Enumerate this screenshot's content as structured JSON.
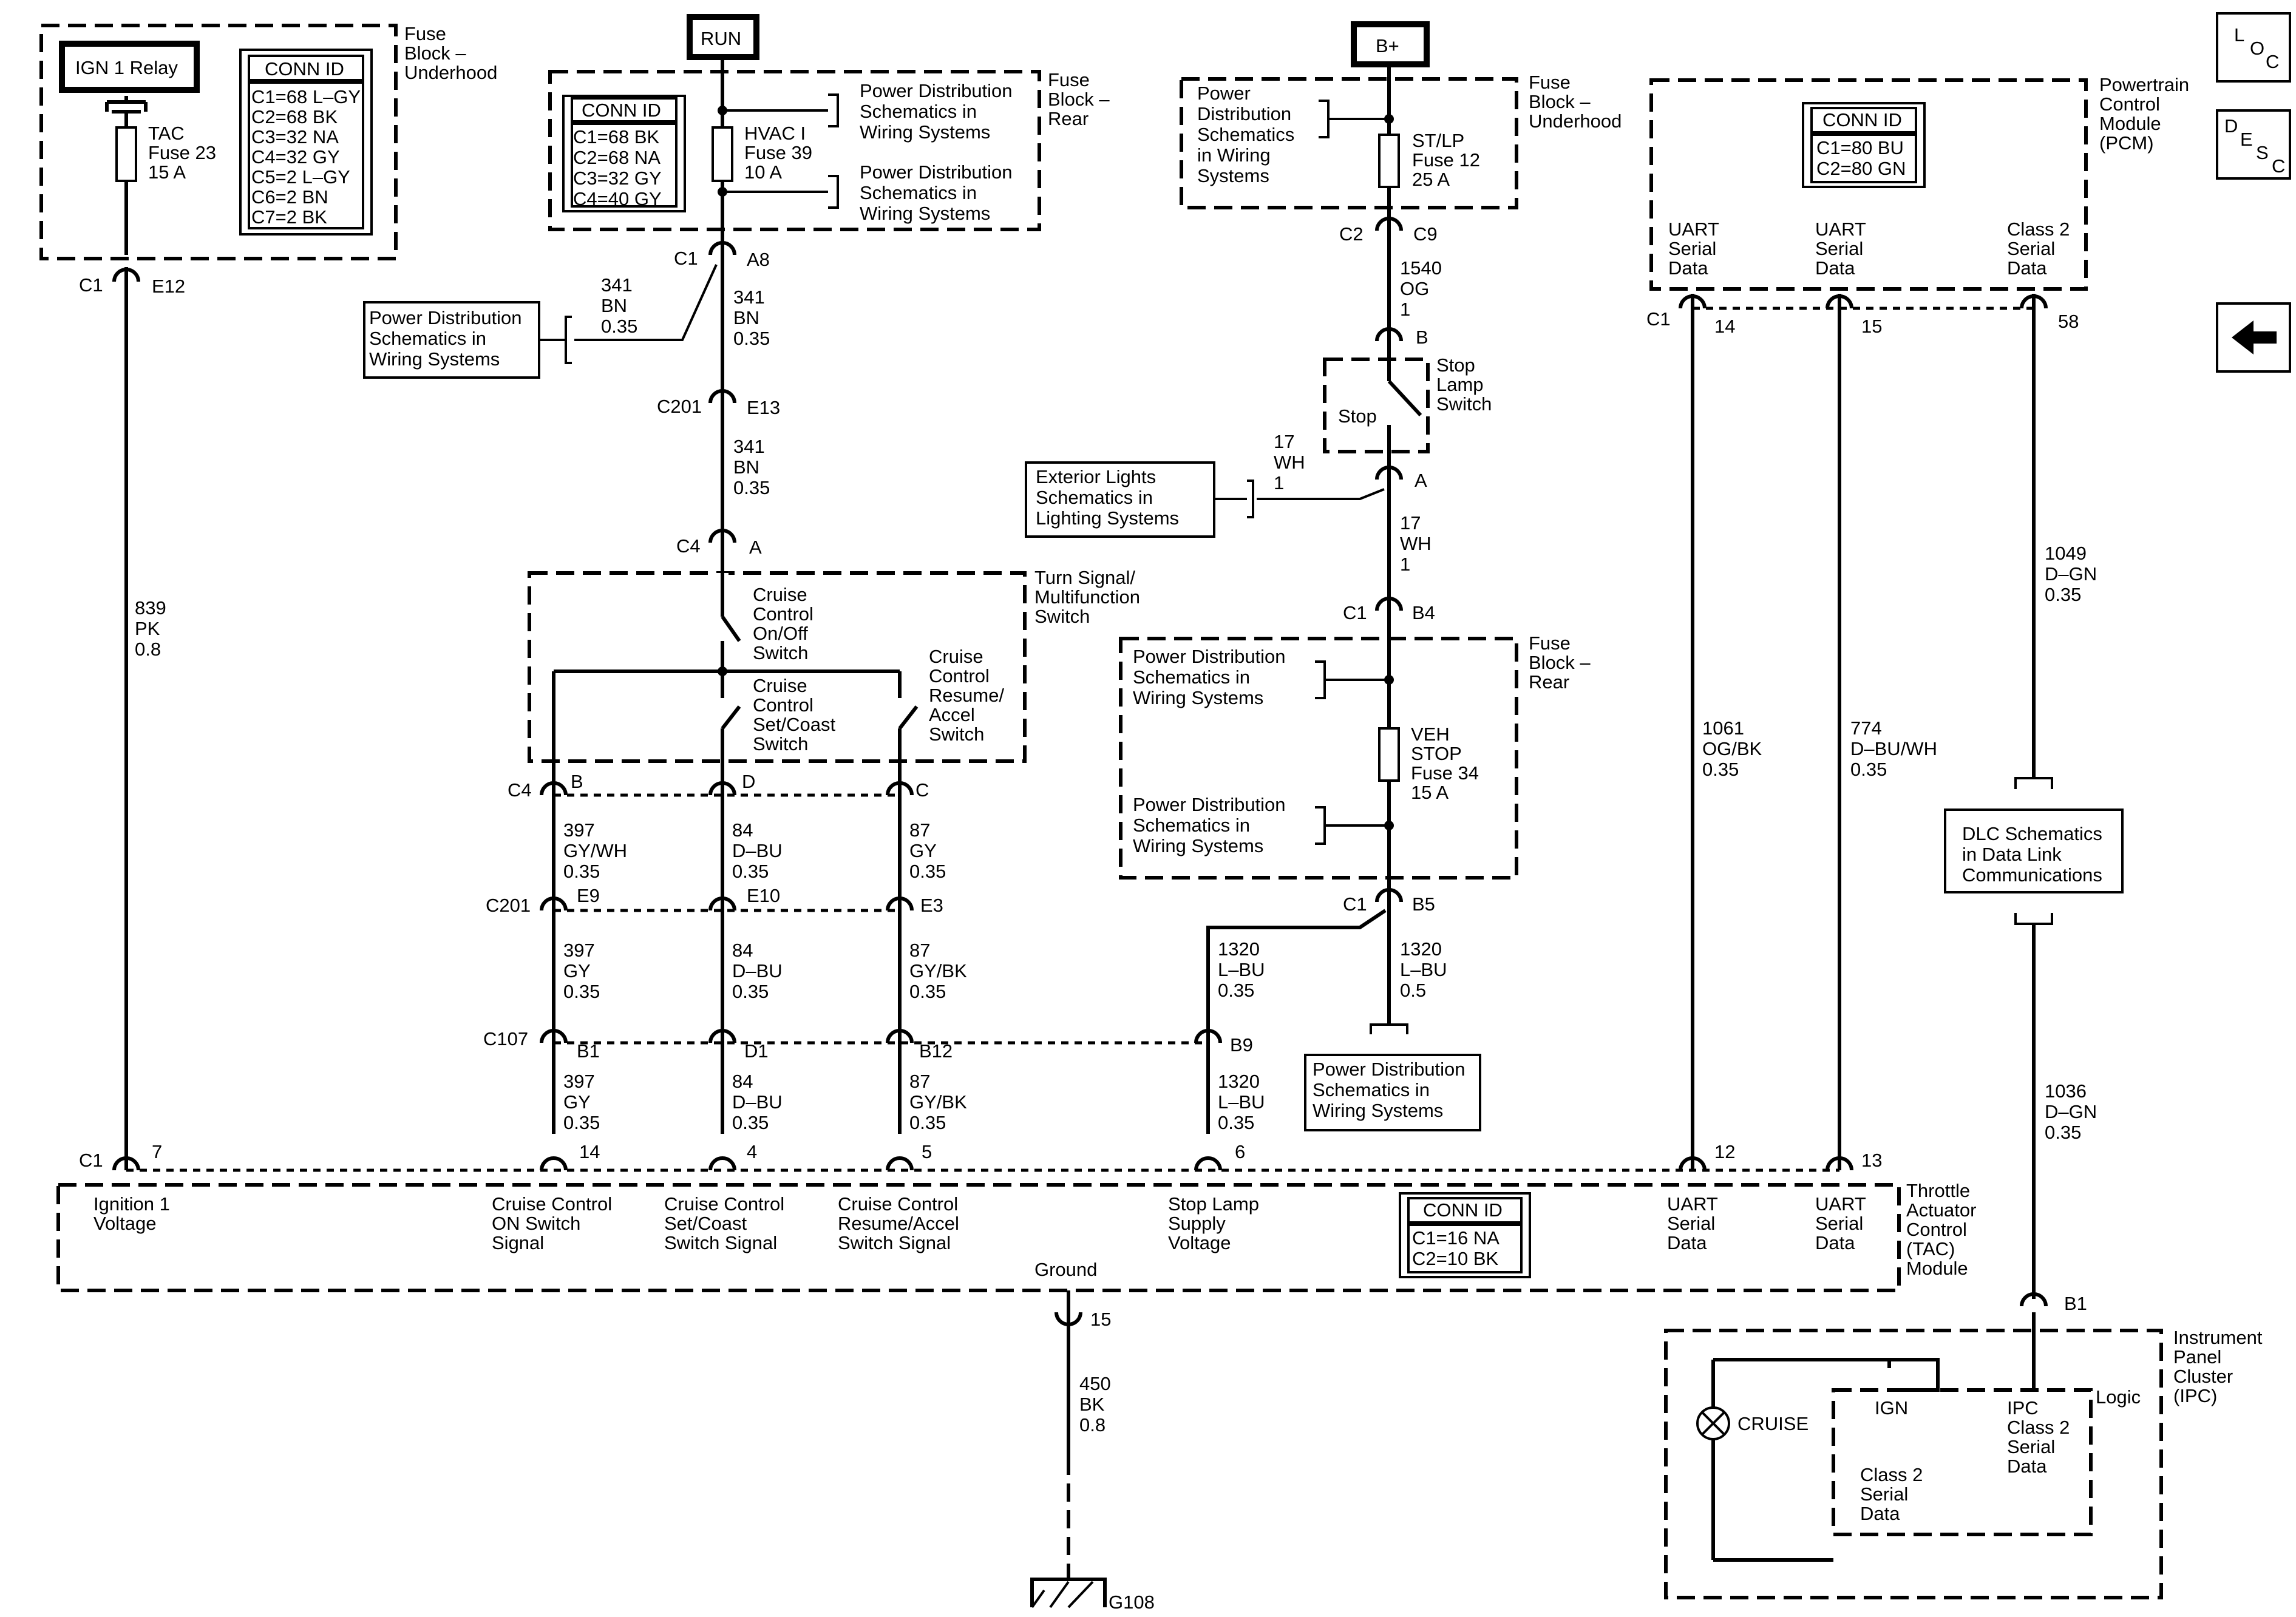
{
  "top_labels": {
    "ign_relay": "IGN 1 Relay",
    "run": "RUN",
    "bplus": "B+"
  },
  "side_buttons": {
    "loc": [
      "L",
      "O",
      "C"
    ],
    "desc": [
      "D",
      "E",
      "S",
      "C"
    ],
    "back_icon": "arrow-left-icon"
  },
  "modules": {
    "fuse_block_underhood_left": [
      "Fuse",
      "Block –",
      "Underhood"
    ],
    "fuse_block_rear_top": [
      "Fuse",
      "Block –",
      "Rear"
    ],
    "fuse_block_underhood_right": [
      "Fuse",
      "Block –",
      "Underhood"
    ],
    "pcm": [
      "Powertrain",
      "Control",
      "Module",
      "(PCM)"
    ],
    "turn_signal": [
      "Turn Signal/",
      "Multifunction",
      "Switch"
    ],
    "fuse_block_rear_mid": [
      "Fuse",
      "Block –",
      "Rear"
    ],
    "tac": [
      "Throttle",
      "Actuator",
      "Control",
      "(TAC)",
      "Module"
    ],
    "ipc": [
      "Instrument",
      "Panel",
      "Cluster",
      "(IPC)"
    ]
  },
  "conn_tables": {
    "left": {
      "title": "CONN ID",
      "rows": [
        "C1=68 L–GY",
        "C2=68 BK",
        "C3=32 NA",
        "C4=32 GY",
        "C5=2 L–GY",
        "C6=2 BN",
        "C7=2 BK"
      ]
    },
    "hvac": {
      "title": "CONN ID",
      "rows": [
        "C1=68 BK",
        "C2=68 NA",
        "C3=32 GY",
        "C4=40 GY"
      ]
    },
    "pcm": {
      "title": "CONN ID",
      "rows": [
        "C1=80 BU",
        "C2=80 GN"
      ]
    },
    "tac": {
      "title": "CONN ID",
      "rows": [
        "C1=16 NA",
        "C2=10 BK"
      ]
    }
  },
  "fuses": {
    "tac": [
      "TAC",
      "Fuse 23",
      "15 A"
    ],
    "hvac": [
      "HVAC I",
      "Fuse 39",
      "10 A"
    ],
    "stlp": [
      "ST/LP",
      "Fuse 12",
      "25 A"
    ],
    "veh_stop": [
      "VEH",
      "STOP",
      "Fuse 34",
      "15 A"
    ]
  },
  "references": {
    "pd_hvac1": [
      "Power Distribution",
      "Schematics in",
      "Wiring Systems"
    ],
    "pd_hvac2": [
      "Power Distribution",
      "Schematics in",
      "Wiring Systems"
    ],
    "pd_left": [
      "Power Distribution",
      "Schematics in",
      "Wiring Systems"
    ],
    "pd_bplus": [
      "Power",
      "Distribution",
      "Schematics",
      "in Wiring",
      "Systems"
    ],
    "ext_lights": [
      "Exterior Lights",
      "Schematics in",
      "Lighting Systems"
    ],
    "pd_veh1": [
      "Power Distribution",
      "Schematics in",
      "Wiring Systems"
    ],
    "pd_veh2": [
      "Power Distribution",
      "Schematics in",
      "Wiring Systems"
    ],
    "pd_bottom": [
      "Power Distribution",
      "Schematics in",
      "Wiring Systems"
    ],
    "dlc": [
      "DLC Schematics",
      "in Data Link",
      "Communications"
    ]
  },
  "switches": {
    "on_off": [
      "Cruise",
      "Control",
      "On/Off",
      "Switch"
    ],
    "set_coast": [
      "Cruise",
      "Control",
      "Set/Coast",
      "Switch"
    ],
    "resume": [
      "Cruise",
      "Control",
      "Resume/",
      "Accel",
      "Switch"
    ],
    "stop_lamp": [
      "Stop",
      "Lamp",
      "Switch"
    ],
    "stop_inner": "Stop"
  },
  "wires": {
    "w839": [
      "839",
      "PK",
      "0.8"
    ],
    "w341a": [
      "341",
      "BN",
      "0.35"
    ],
    "w341b": [
      "341",
      "BN",
      "0.35"
    ],
    "w341c": [
      "341",
      "BN",
      "0.35"
    ],
    "w1540": [
      "1540",
      "OG",
      "1"
    ],
    "w17a": [
      "17",
      "WH",
      "1"
    ],
    "w17b": [
      "17",
      "WH",
      "1"
    ],
    "w397a": [
      "397",
      "GY/WH",
      "0.35"
    ],
    "w84a": [
      "84",
      "D–BU",
      "0.35"
    ],
    "w87a": [
      "87",
      "GY",
      "0.35"
    ],
    "w397b": [
      "397",
      "GY",
      "0.35"
    ],
    "w84b": [
      "84",
      "D–BU",
      "0.35"
    ],
    "w87b": [
      "87",
      "GY/BK",
      "0.35"
    ],
    "w397c": [
      "397",
      "GY",
      "0.35"
    ],
    "w84c": [
      "84",
      "D–BU",
      "0.35"
    ],
    "w87c": [
      "87",
      "GY/BK",
      "0.35"
    ],
    "w1320a": [
      "1320",
      "L–BU",
      "0.35"
    ],
    "w1320b": [
      "1320",
      "L–BU",
      "0.5"
    ],
    "w1320c": [
      "1320",
      "L–BU",
      "0.35"
    ],
    "w1061": [
      "1061",
      "OG/BK",
      "0.35"
    ],
    "w774": [
      "774",
      "D–BU/WH",
      "0.35"
    ],
    "w1049": [
      "1049",
      "D–GN",
      "0.35"
    ],
    "w1036": [
      "1036",
      "D–GN",
      "0.35"
    ],
    "w450": [
      "450",
      "BK",
      "0.8"
    ]
  },
  "pcm_pins": {
    "p1": [
      "UART",
      "Serial",
      "Data"
    ],
    "p2": [
      "UART",
      "Serial",
      "Data"
    ],
    "p3": [
      "Class 2",
      "Serial",
      "Data"
    ]
  },
  "tac_pins": {
    "ign": [
      "Ignition 1",
      "Voltage"
    ],
    "on": [
      "Cruise Control",
      "ON Switch",
      "Signal"
    ],
    "set": [
      "Cruise Control",
      "Set/Coast",
      "Switch Signal"
    ],
    "res": [
      "Cruise Control",
      "Resume/Accel",
      "Switch Signal"
    ],
    "stop": [
      "Stop Lamp",
      "Supply",
      "Voltage"
    ],
    "uart1": [
      "UART",
      "Serial",
      "Data"
    ],
    "uart2": [
      "UART",
      "Serial",
      "Data"
    ],
    "ground": "Ground"
  },
  "ipc_items": {
    "cruise": "CRUISE",
    "ign": "IGN",
    "logic": "Logic",
    "ipc_c2": [
      "IPC",
      "Class 2",
      "Serial",
      "Data"
    ],
    "c2": [
      "Class 2",
      "Serial",
      "Data"
    ]
  },
  "connectors": {
    "c1_e12": [
      "C1",
      "E12"
    ],
    "c1_a8": [
      "C1",
      "A8"
    ],
    "c201_e13": [
      "C201",
      "E13"
    ],
    "c4_a": [
      "C4",
      "A"
    ],
    "c2_c9": [
      "C2",
      "C9"
    ],
    "b": "B",
    "a": "A",
    "c1_b4": [
      "C1",
      "B4"
    ],
    "c1_b5": [
      "C1",
      "B5"
    ],
    "pcm_c1": [
      "C1",
      "14",
      "15",
      "58"
    ],
    "c4_row": [
      "C4",
      "B",
      "D",
      "C"
    ],
    "c201_row": [
      "C201",
      "E9",
      "E10",
      "E3"
    ],
    "c107_row": [
      "C107",
      "B1",
      "D1",
      "B12",
      "B9"
    ],
    "tac_row": [
      "C1",
      "7",
      "14",
      "4",
      "5",
      "6",
      "12",
      "13"
    ],
    "gnd_pin": "15",
    "ipc_b1": "B1",
    "g108": "G108"
  }
}
